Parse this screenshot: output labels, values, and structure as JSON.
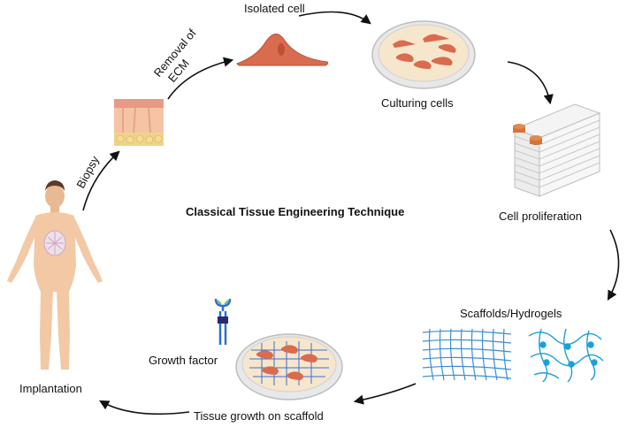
{
  "title": "Classical Tissue Engineering Technique",
  "steps": {
    "isolated_cell": "Isolated cell",
    "culturing_cells": "Culturing cells",
    "cell_proliferation": "Cell proliferation",
    "scaffolds": "Scaffolds/Hydrogels",
    "tissue_growth": "Tissue growth on scaffold",
    "growth_factor": "Growth factor",
    "implantation": "Implantation"
  },
  "arrows": {
    "biopsy": "Biopsy",
    "removal_line1": "Removal of",
    "removal_line2": "ECM"
  },
  "colors": {
    "cell": "#d96b4f",
    "dish_rim": "#c8c8c8",
    "dish_fill": "#f6e6cc",
    "skin": "#f2c9a4",
    "scaffold_blue": "#3b8fd6",
    "hydrogel_blue": "#1aa0d8"
  }
}
